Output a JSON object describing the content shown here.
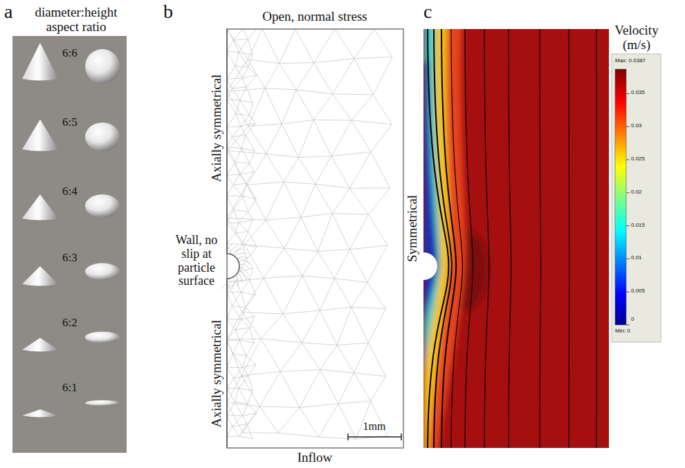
{
  "diagram": {
    "labels": [
      "a",
      "diameter:height aspect ratio",
      "6:6",
      "6:5",
      "6:4",
      "6:3",
      "6:2",
      "6:1",
      "b",
      "Open, normal stress",
      "Axially symmetrical",
      "Wall, no slip at particle surface",
      "Axially symmetrical",
      "Symmetrical",
      "1mm",
      "Inflow",
      "c",
      "Velocity (m/s)",
      "Max: 0.0387",
      "0.035",
      "0.03",
      "0.025",
      "0.02",
      "0.015",
      "0.01",
      "0.005",
      "0",
      "Min: 0"
    ]
  }
}
